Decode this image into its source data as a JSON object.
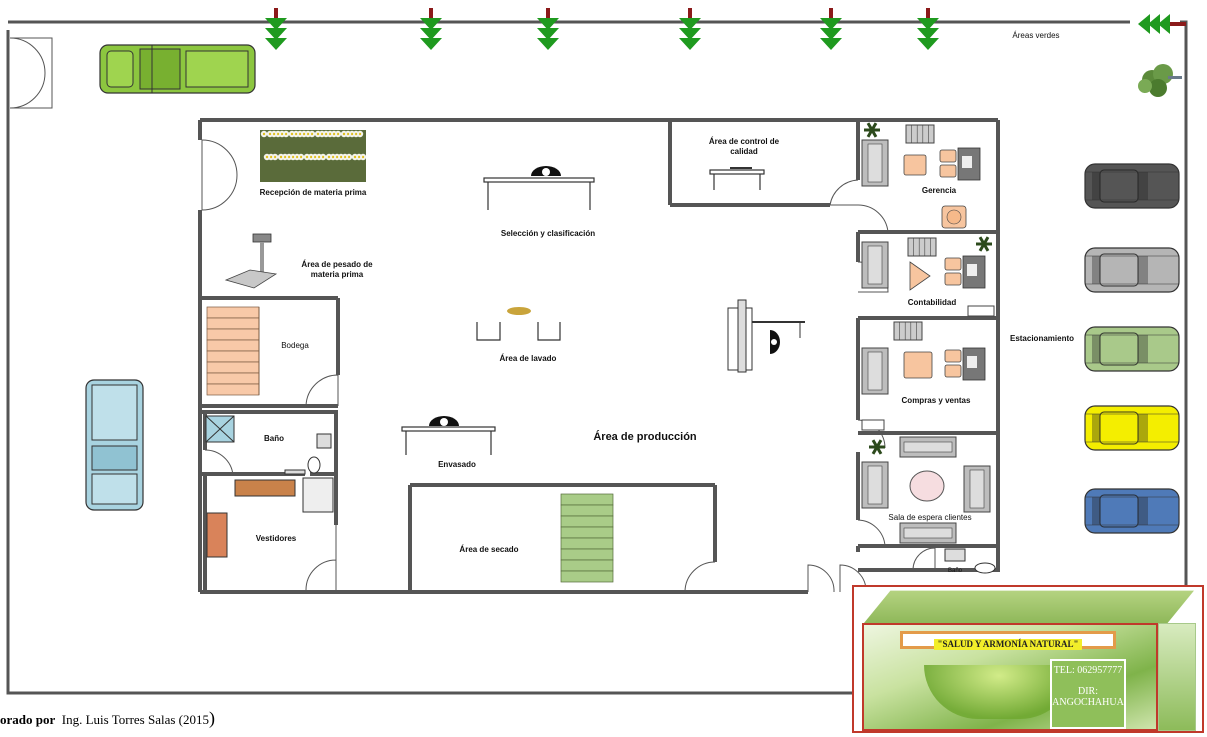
{
  "labels": {
    "areas_verdes": "Áreas verdes",
    "recepcion": "Recepción de materia prima",
    "seleccion": "Selección y clasificación",
    "control_calidad": "Área de control de calidad",
    "gerencia": "Gerencia",
    "pesado": "Área de pesado de materia prima",
    "contabilidad": "Contabilidad",
    "bodega": "Bodega",
    "lavado": "Área de lavado",
    "estacionamiento": "Estacionamiento",
    "compras": "Compras y ventas",
    "bano": "Baño",
    "produccion": "Área de producción",
    "envasado": "Envasado",
    "sala_espera": "Sala de espera clientes",
    "vestidores": "Vestidores",
    "secado": "Área de secado",
    "bano_small": "Baño"
  },
  "credit": {
    "prefix": "orado por",
    "author": "Ing. Luis Torres Salas (2015",
    "close": ")"
  },
  "sign": {
    "title": "\"SALUD Y ARMONÍA NATURAL\"",
    "tel": "TEL: 062957777",
    "dir_label": "DIR:",
    "dir_value": "ANGOCHAHUA"
  },
  "colors": {
    "wall": "#555555",
    "tree": "#1f9a1f",
    "car_green": "#8cc63f",
    "car_blue": "#a8d3e0",
    "car_dark": "#555555",
    "car_silver": "#b5b5b5",
    "car_olive": "#a9c98a",
    "car_yellow": "#f4ee00",
    "car_navy": "#4f7ab8",
    "shelf": "#f8c9a8",
    "dryer": "#a9cc88",
    "sofa": "#bdbdbd",
    "table_peach": "#f7c59f"
  }
}
